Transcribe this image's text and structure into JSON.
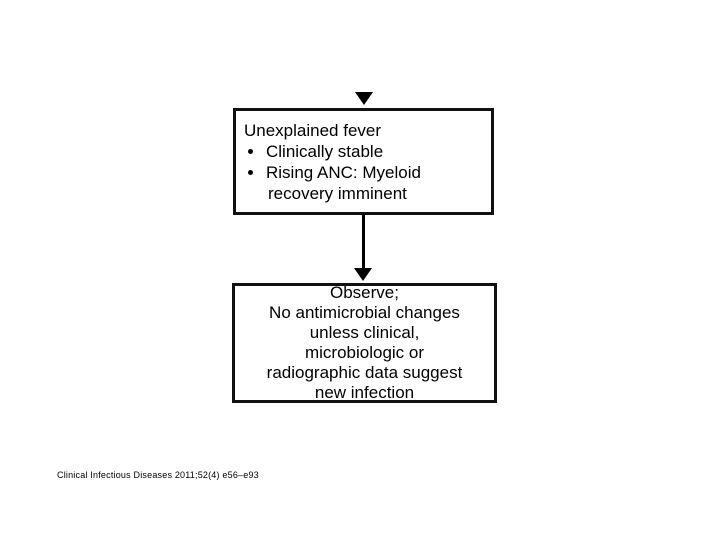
{
  "slide": {
    "background_color": "#ffffff",
    "ink_color": "#000000"
  },
  "diagram": {
    "type": "flowchart",
    "orientation": "vertical",
    "nodes": [
      {
        "id": "node-fever",
        "shape": "rectangle",
        "heading": "Unexplained fever",
        "bullets": [
          {
            "line1": "Clinically stable",
            "line2": ""
          },
          {
            "line1": "Rising ANC: Myeloid",
            "line2": "recovery imminent"
          }
        ]
      },
      {
        "id": "node-observe",
        "shape": "rectangle",
        "lines": [
          "Observe;",
          "No antimicrobial changes",
          "unless clinical,",
          "microbiologic or",
          "radiographic data suggest",
          "new infection"
        ]
      }
    ],
    "connectors": [
      {
        "id": "arrow-top-into-fever",
        "kind": "arrowhead-only",
        "target": "node-fever",
        "direction": "down"
      },
      {
        "id": "conn-1-2",
        "kind": "line-with-arrowhead",
        "from": "node-fever",
        "to": "node-observe",
        "direction": "down"
      }
    ]
  },
  "citation": {
    "text": "Clinical Infectious Diseases 2011;52(4) e56–e93"
  }
}
